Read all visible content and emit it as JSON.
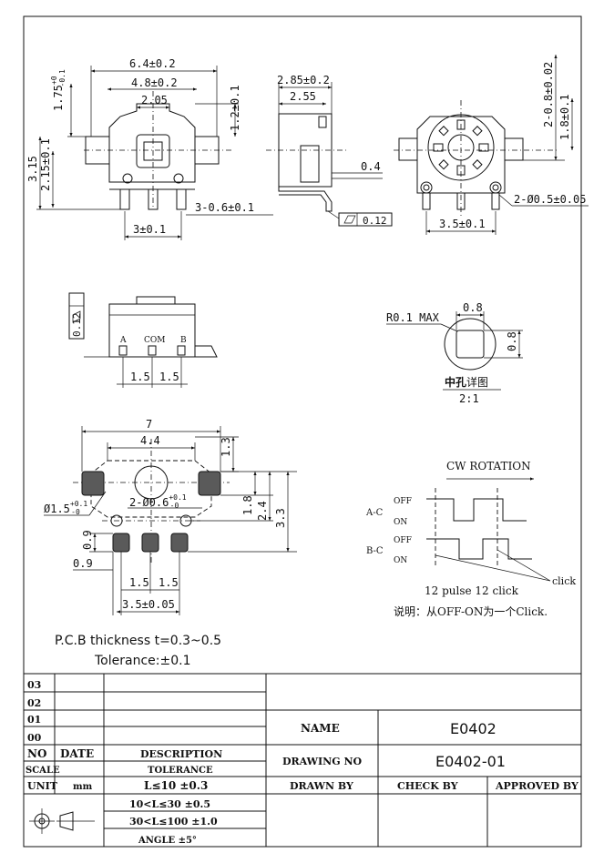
{
  "views": {
    "front": {
      "dims": [
        "6.4±0.2",
        "4.8±0.2",
        "2.05",
        "1.2±0.1",
        "3.15",
        "2.15±0.1",
        "3-0.6±0.1",
        "3±0.1"
      ],
      "tol": {
        "base": "1.75",
        "plus": "+0",
        "minus": "-0.1"
      }
    },
    "side": {
      "dims": [
        "2.85±0.2",
        "2.55",
        "0.4",
        "0.12"
      ]
    },
    "rear": {
      "dims": [
        "2-0.8±0.02",
        "1.8±0.1",
        "2-Ø0.5±0.05",
        "3.5±0.1"
      ]
    },
    "bottom": {
      "labels": [
        "A",
        "COM",
        "B"
      ],
      "dims": [
        "0.12",
        "1.5",
        "1.5"
      ]
    },
    "detail": {
      "dims": [
        "0.8",
        "R0.1 MAX",
        "0.8"
      ],
      "caption_bold": "中孔",
      "caption": "详图",
      "scale": "2:1"
    },
    "pcb": {
      "dims": [
        "7",
        "4.4",
        "1.3",
        "1.8",
        "2.4",
        "3.3",
        "0.9",
        "0.9",
        "1.5",
        "1.5",
        "3.5±0.05"
      ],
      "hole1": {
        "base": "Ø1.5",
        "plus": "+0.1",
        "minus": "-0"
      },
      "hole2": {
        "base": "2-Ø0.6",
        "plus": "+0.1",
        "minus": "-0"
      },
      "thickness": "P.C.B thickness t=0.3~0.5",
      "tolerance": "Tolerance:±0.1"
    },
    "timing": {
      "title": "CW ROTATION",
      "rows": [
        "A-C",
        "B-C"
      ],
      "off": "OFF",
      "on": "ON",
      "click": "click",
      "pulse": "12 pulse 12 click",
      "note": "说明：从OFF-ON为一个Click."
    }
  },
  "titleblock": {
    "revisions": [
      "03",
      "02",
      "01",
      "00"
    ],
    "head": {
      "no": "NO",
      "date": "DATE",
      "description": "DESCRIPTION"
    },
    "scale": "SCALE",
    "tolerance": "TOLERANCE",
    "unit": "UNIT",
    "unit_value": "mm",
    "tol_rows": [
      "L≤10  ±0.3",
      "10<L≤30 ±0.5",
      "30<L≤100 ±1.0",
      "ANGLE ±5°"
    ],
    "name_label": "NAME",
    "name_value": "E0402",
    "drawing_label": "DRAWING  NO",
    "drawing_value": "E0402-01",
    "drawn_by": "DRAWN  BY",
    "check_by": "CHECK  BY",
    "approved_by": "APPROVED  BY"
  }
}
